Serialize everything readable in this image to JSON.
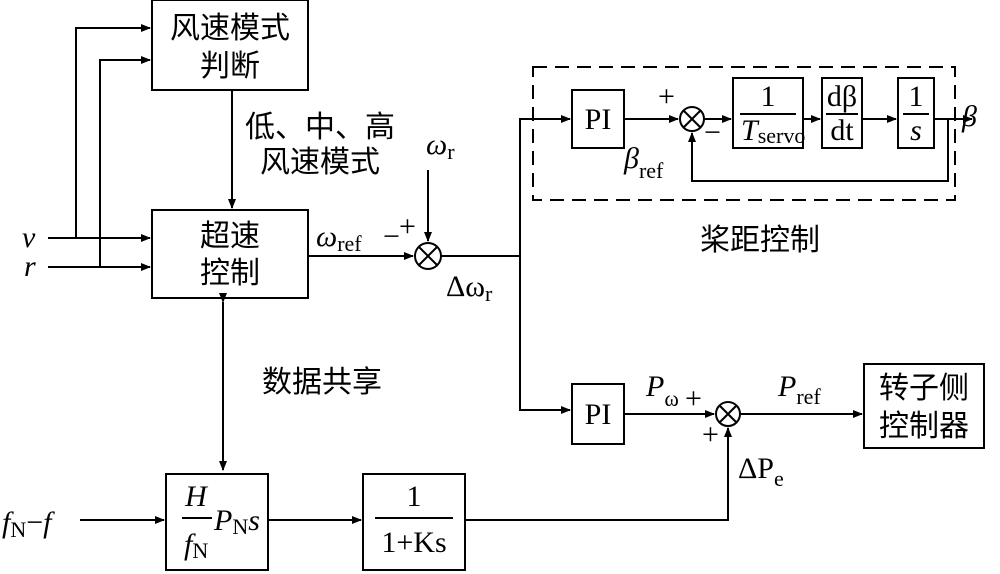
{
  "blocks": {
    "wind_mode": {
      "line1": "风速模式",
      "line2": "判断"
    },
    "overspeed": {
      "line1": "超速",
      "line2": "控制"
    },
    "pi_pitch": "PI",
    "servo": {
      "num": "1",
      "den_main": "T",
      "den_sub": "servo"
    },
    "deriv": {
      "num": "dβ",
      "den": "dt"
    },
    "integrator": {
      "num": "1",
      "den": "s"
    },
    "pi_power": "PI",
    "rotor_ctrl": {
      "line1": "转子侧",
      "line2": "控制器"
    },
    "inertia": {
      "num": "H",
      "den_main": "f",
      "den_sub": "N",
      "tail_main": "P",
      "tail_sub": "N",
      "tail_end": "s"
    },
    "lowpass": {
      "num": "1",
      "den": "1+Ks"
    }
  },
  "labels": {
    "mode_line1": "低、中、高",
    "mode_line2": "风速模式",
    "v": "v",
    "r": "r",
    "omega_ref": "ω",
    "omega_ref_sub": "ref",
    "omega_r": "ω",
    "omega_r_sub": "r",
    "delta_omega": "Δω",
    "delta_omega_sub": "r",
    "beta": "β",
    "beta_ref": "β",
    "beta_ref_sub": "ref",
    "pitch_ctrl": "桨距控制",
    "data_share": "数据共享",
    "p_omega": "P",
    "p_omega_sub": "ω",
    "p_ref": "P",
    "p_ref_sub": "ref",
    "delta_pe": "ΔP",
    "delta_pe_sub": "e",
    "fn_f_fn": "f",
    "fn_f_sub": "N",
    "fn_f_minus": "−",
    "fn_f_f": "f",
    "plus": "+",
    "minus": "−"
  }
}
